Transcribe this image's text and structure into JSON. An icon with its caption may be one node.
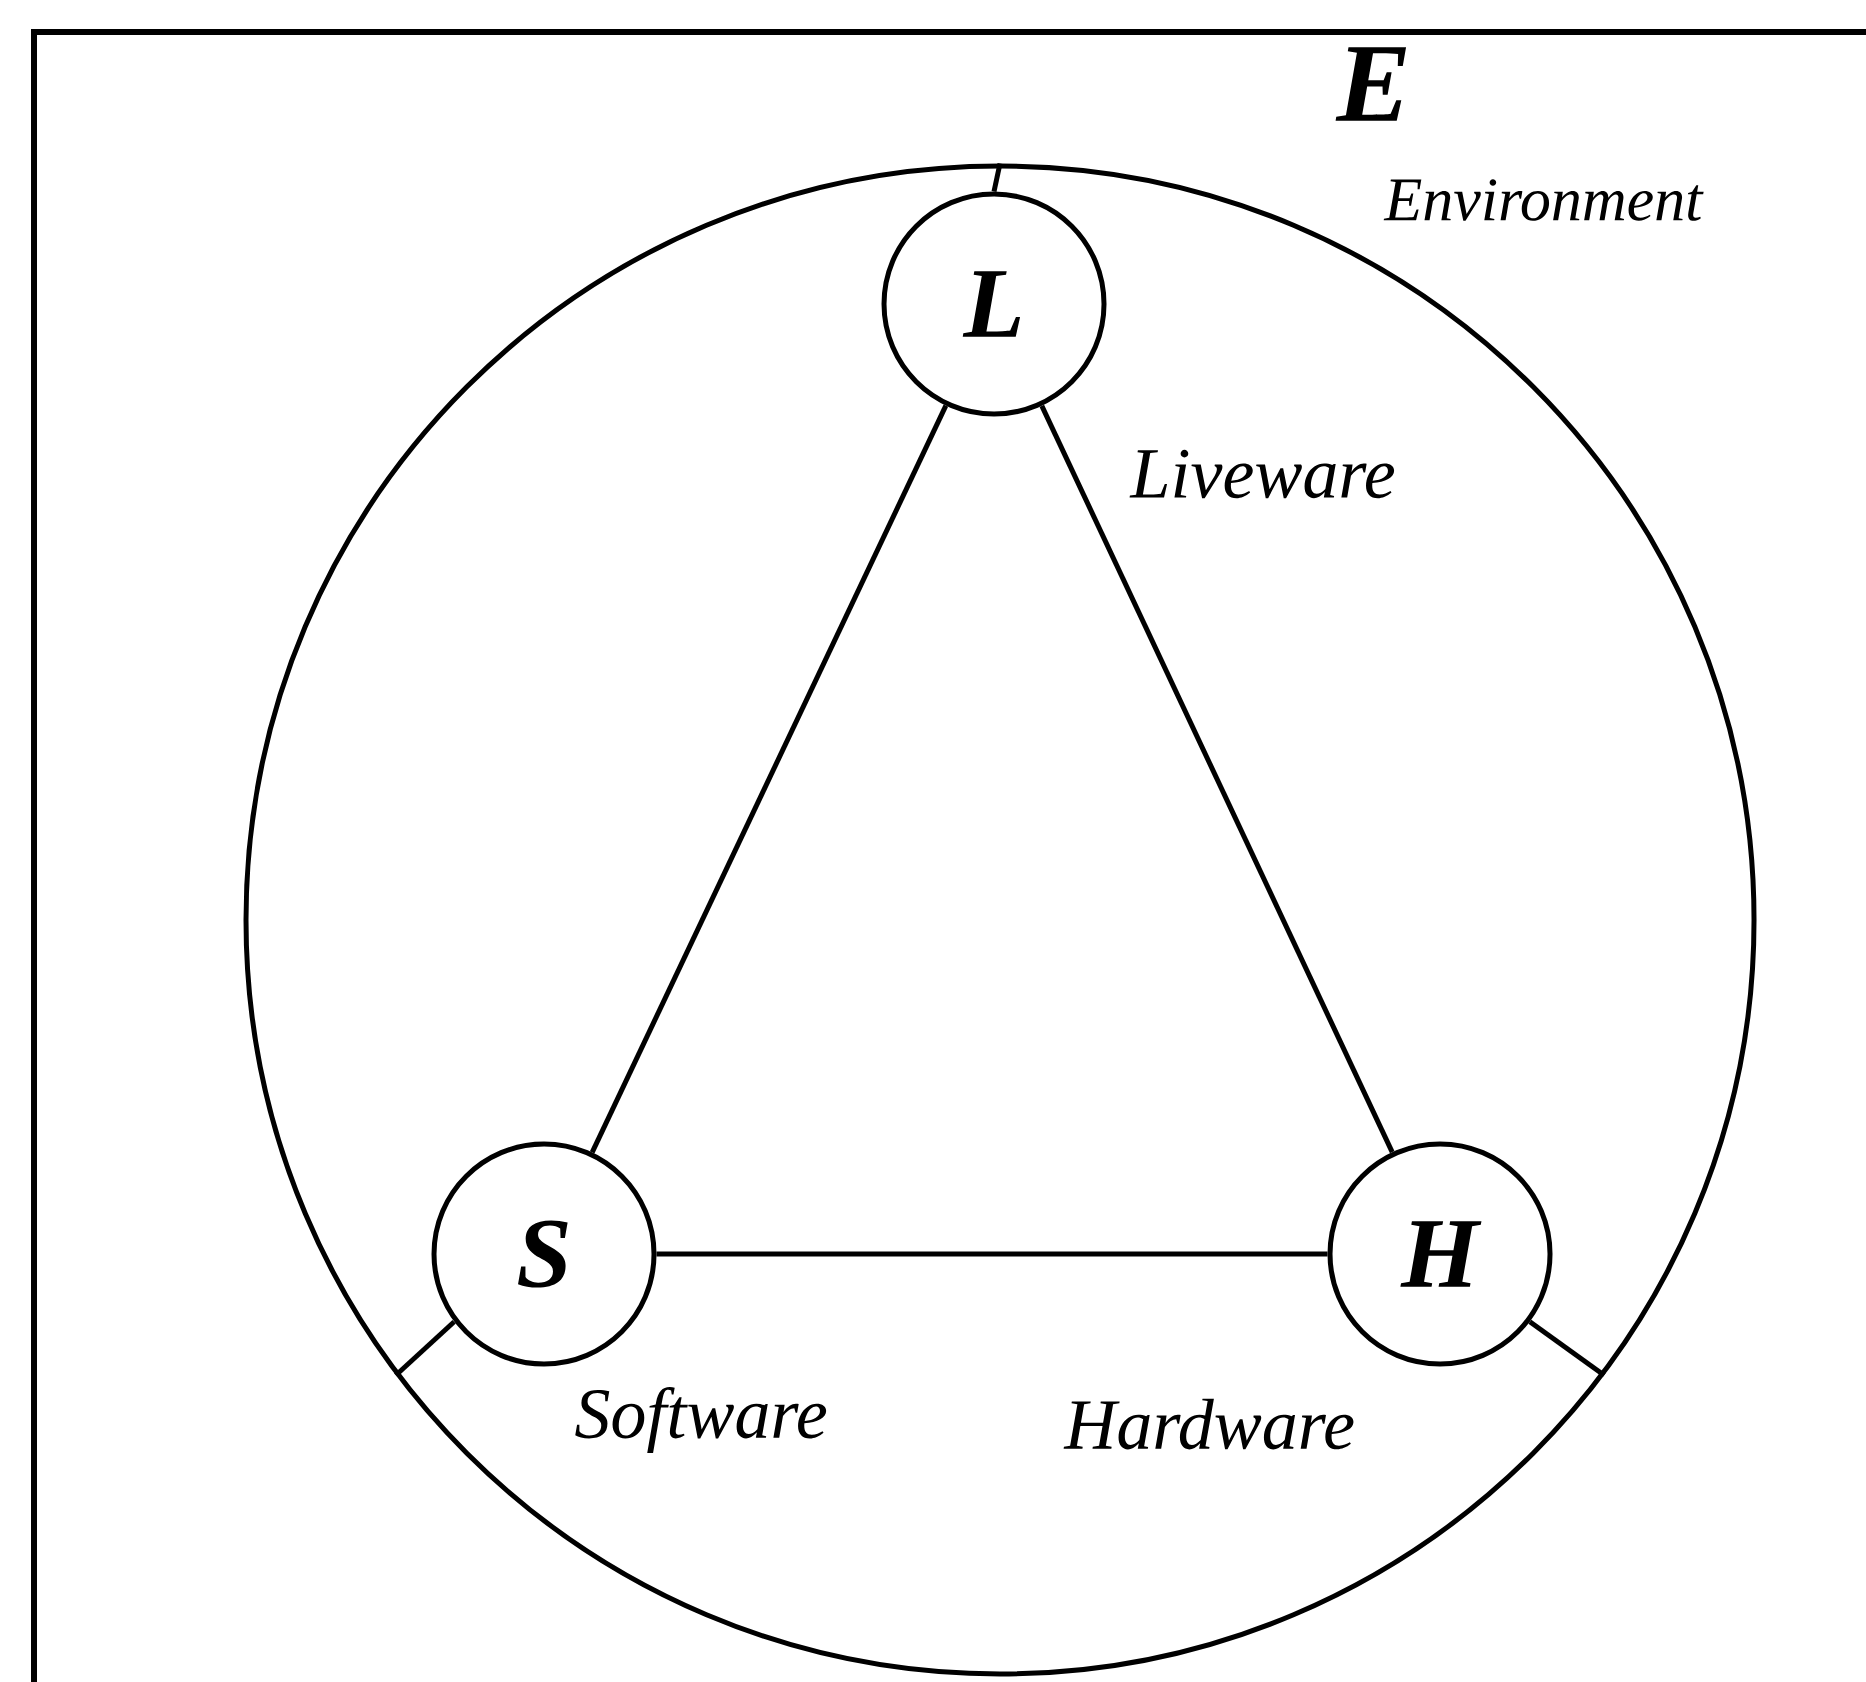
{
  "diagram": {
    "nodes": [
      {
        "text": [
          "E",
          "Environment"
        ]
      },
      {
        "text": [
          "L"
        ],
        "in": 0,
        "beside": [
          "Liveware"
        ]
      },
      {
        "text": [
          "S"
        ],
        "in": 0,
        "beside": [
          "Software"
        ]
      },
      {
        "text": [
          "H"
        ],
        "in": 0,
        "beside": [
          "Hardware"
        ]
      }
    ],
    "edges": [
      {
        "from": 0,
        "to": 1,
        "arrow": "none"
      },
      {
        "from": 1,
        "to": 2,
        "arrow": "none"
      },
      {
        "from": 1,
        "to": 3,
        "arrow": "none"
      },
      {
        "from": 2,
        "to": 3,
        "arrow": "none"
      },
      {
        "from": 0,
        "to": 2,
        "arrow": "none"
      },
      {
        "from": 0,
        "to": 3,
        "arrow": "none"
      }
    ]
  }
}
